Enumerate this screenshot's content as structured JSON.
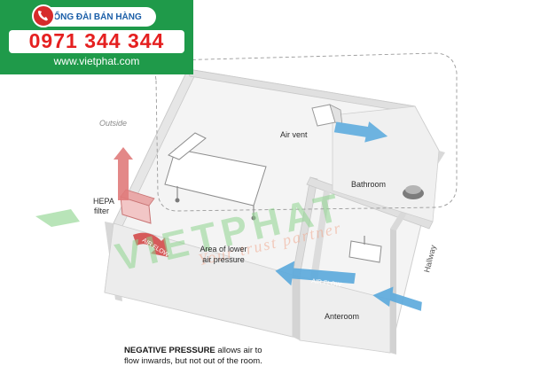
{
  "badge": {
    "title": "TỔNG ĐÀI BÁN HÀNG",
    "hotline": "0971 344 344",
    "website": "www.vietphat.com"
  },
  "labels": {
    "outside": "Outside",
    "hepa_filter_line1": "HEPA",
    "hepa_filter_line2": "filter",
    "air_vent": "Air vent",
    "bathroom": "Bathroom",
    "hallway": "Hallway",
    "lower_pressure_line1": "Area of lower",
    "lower_pressure_line2": "air pressure",
    "anteroom": "Anteroom",
    "air_flow": "AIR FLOW"
  },
  "caption": {
    "bold": "NEGATIVE PRESSURE",
    "rest_line1": " allows air to",
    "line2": "flow inwards, but not out of the room."
  },
  "watermark": {
    "brand": "VIETPHAT",
    "tagline": "Your trust partner"
  },
  "colors": {
    "badge_green": "#1f9a4a",
    "hotline_red": "#e52020",
    "badge_blue": "#1c5fa8",
    "arrow_red": "#d9534f",
    "arrow_blue": "#5aa9dc",
    "wall": "#d9d9d9",
    "floor": "#f3f3f3",
    "watermark_green": "#7fcf7f"
  }
}
